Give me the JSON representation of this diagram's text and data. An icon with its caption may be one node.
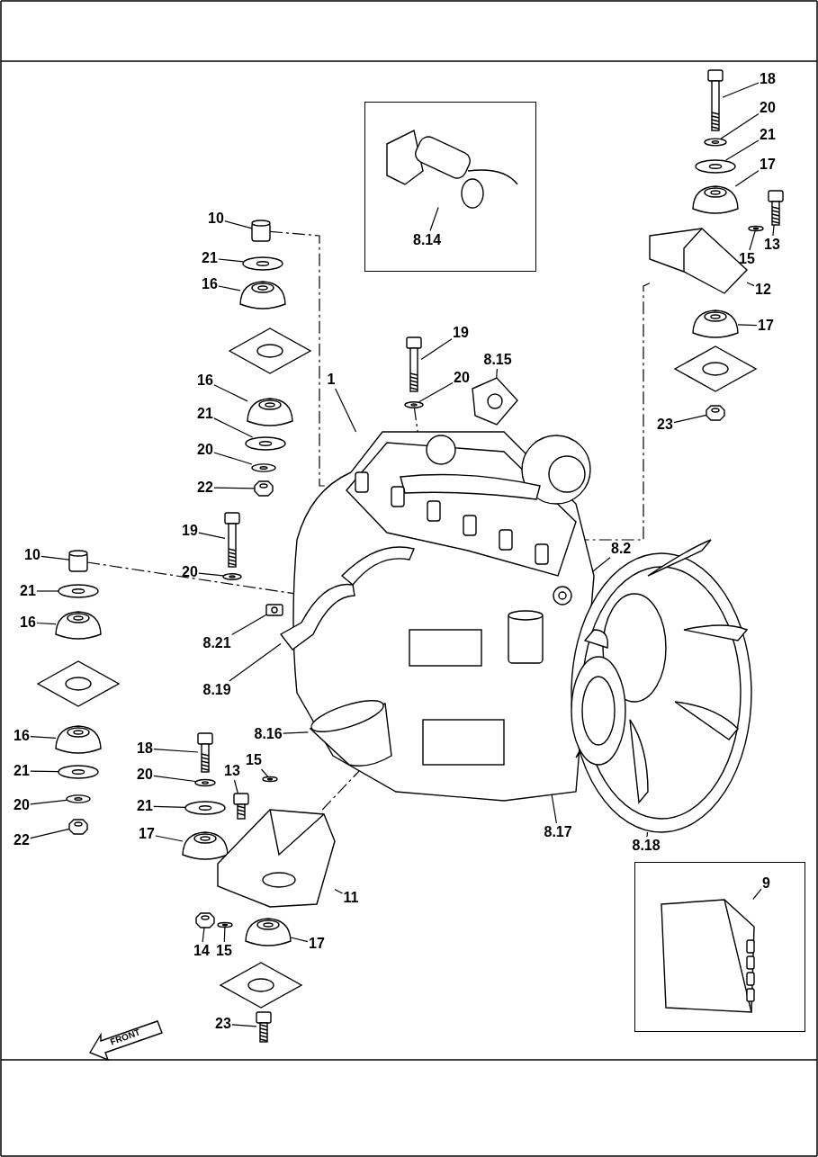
{
  "diagram": {
    "nodes": [
      {
        "text": [],
        "shape": "box"
      },
      {
        "text": [
          "8.14"
        ],
        "in": 0
      },
      {
        "text": [
          "18"
        ]
      },
      {
        "text": [
          "20"
        ]
      },
      {
        "text": [
          "21"
        ]
      },
      {
        "text": [
          "17"
        ]
      },
      {
        "text": [
          "10"
        ]
      },
      {
        "text": [
          "13"
        ]
      },
      {
        "text": [
          "15"
        ]
      },
      {
        "text": [
          "21"
        ]
      },
      {
        "text": [
          "16"
        ]
      },
      {
        "text": [
          "12"
        ]
      },
      {
        "text": [
          "17"
        ]
      },
      {
        "text": [
          "19"
        ]
      },
      {
        "text": [
          "8.15"
        ]
      },
      {
        "text": [
          "1"
        ]
      },
      {
        "text": [
          "20"
        ]
      },
      {
        "text": [
          "16"
        ]
      },
      {
        "text": [
          "21"
        ]
      },
      {
        "text": [
          "23"
        ]
      },
      {
        "text": [
          "20"
        ]
      },
      {
        "text": [
          "22"
        ]
      },
      {
        "text": [
          "19"
        ]
      },
      {
        "text": [
          "8.2"
        ]
      },
      {
        "text": [
          "10"
        ]
      },
      {
        "text": [
          "20"
        ]
      },
      {
        "text": [
          "21"
        ]
      },
      {
        "text": [
          "16"
        ]
      },
      {
        "text": [
          "8.21"
        ]
      },
      {
        "text": [
          "8.19"
        ]
      },
      {
        "text": [
          "8.16"
        ]
      },
      {
        "text": [
          "16"
        ]
      },
      {
        "text": [
          "18"
        ]
      },
      {
        "text": [
          "15"
        ]
      },
      {
        "text": [
          "13"
        ]
      },
      {
        "text": [
          "21"
        ]
      },
      {
        "text": [
          "20"
        ]
      },
      {
        "text": [
          "20"
        ]
      },
      {
        "text": [
          "21"
        ]
      },
      {
        "text": [
          "8.17"
        ]
      },
      {
        "text": [
          "17"
        ]
      },
      {
        "text": [
          "22"
        ]
      },
      {
        "text": [
          "8.18"
        ]
      },
      {
        "text": [],
        "shape": "box"
      },
      {
        "text": [
          "9"
        ],
        "in": 43
      },
      {
        "text": [
          "11"
        ]
      },
      {
        "text": [
          "17"
        ]
      },
      {
        "text": [
          "14"
        ]
      },
      {
        "text": [
          "15"
        ]
      },
      {
        "text": [
          "23"
        ]
      },
      {
        "text": [],
        "shape": "picture",
        "in": 0
      },
      {
        "text": [],
        "shape": "picture"
      },
      {
        "text": [],
        "shape": "picture"
      },
      {
        "text": [],
        "shape": "picture"
      },
      {
        "text": [],
        "shape": "picture"
      },
      {
        "text": [],
        "shape": "cylinder"
      },
      {
        "text": [],
        "shape": "picture"
      },
      {
        "text": [],
        "shape": "picture"
      },
      {
        "text": [],
        "shape": "picture"
      },
      {
        "text": [],
        "shape": "picture"
      },
      {
        "text": [],
        "shape": "picture"
      },
      {
        "text": [],
        "shape": "picture"
      },
      {
        "text": [],
        "shape": "picture"
      },
      {
        "text": [],
        "shape": "picture"
      },
      {
        "text": [],
        "shape": "picture"
      },
      {
        "text": [],
        "shape": "picture"
      },
      {
        "text": [],
        "shape": "picture"
      },
      {
        "text": [],
        "shape": "picture"
      },
      {
        "text": [],
        "shape": "picture"
      },
      {
        "text": [],
        "shape": "picture"
      },
      {
        "text": [],
        "shape": "picture"
      },
      {
        "text": [],
        "shape": "picture"
      },
      {
        "text": [],
        "shape": "picture",
        "in": 64
      },
      {
        "text": [],
        "shape": "cylinder"
      },
      {
        "text": [],
        "shape": "picture"
      },
      {
        "text": [],
        "shape": "picture"
      },
      {
        "text": [],
        "shape": "picture"
      },
      {
        "text": [],
        "shape": "picture"
      },
      {
        "text": [],
        "shape": "picture"
      },
      {
        "text": [],
        "shape": "picture",
        "in": 64
      },
      {
        "text": [],
        "shape": "picture"
      },
      {
        "text": [],
        "shape": "picture"
      },
      {
        "text": [],
        "shape": "picture"
      },
      {
        "text": [],
        "shape": "picture"
      },
      {
        "text": [],
        "shape": "picture"
      },
      {
        "text": [],
        "shape": "picture"
      },
      {
        "text": [],
        "shape": "picture"
      },
      {
        "text": [],
        "shape": "picture"
      },
      {
        "text": [],
        "shape": "cylinder",
        "in": 64
      },
      {
        "text": [],
        "shape": "picture"
      },
      {
        "text": [],
        "shape": "picture"
      },
      {
        "text": [],
        "shape": "picture"
      },
      {
        "text": [],
        "shape": "picture",
        "in": 43
      },
      {
        "text": [],
        "shape": "picture"
      },
      {
        "text": [],
        "shape": "picture"
      },
      {
        "text": [],
        "shape": "picture"
      },
      {
        "text": [],
        "shape": "picture"
      },
      {
        "text": [],
        "shape": "picture"
      }
    ],
    "edges": [
      {
        "from": 1,
        "to": 50,
        "arrow": "none"
      },
      {
        "from": 2,
        "to": 51,
        "arrow": "none"
      },
      {
        "from": 3,
        "to": 52,
        "arrow": "none"
      },
      {
        "from": 4,
        "to": 53,
        "arrow": "none"
      },
      {
        "from": 5,
        "to": 54,
        "arrow": "none"
      },
      {
        "from": 6,
        "to": 55,
        "arrow": "none"
      },
      {
        "from": 7,
        "to": 56,
        "arrow": "none"
      },
      {
        "from": 8,
        "to": 57,
        "arrow": "none"
      },
      {
        "from": 9,
        "to": 58,
        "arrow": "none"
      },
      {
        "from": 10,
        "to": 59,
        "arrow": "none"
      },
      {
        "from": 11,
        "to": 60,
        "arrow": "none"
      },
      {
        "from": 12,
        "to": 61,
        "arrow": "none"
      },
      {
        "from": 13,
        "to": 62,
        "arrow": "none"
      },
      {
        "from": 14,
        "to": 63,
        "arrow": "none"
      },
      {
        "from": 15,
        "to": 64,
        "arrow": "none"
      },
      {
        "from": 16,
        "to": 65,
        "arrow": "none"
      },
      {
        "from": 17,
        "to": 66,
        "arrow": "none"
      },
      {
        "from": 18,
        "to": 67,
        "arrow": "none"
      },
      {
        "from": 19,
        "to": 68,
        "arrow": "none"
      },
      {
        "from": 20,
        "to": 69,
        "arrow": "none"
      },
      {
        "from": 21,
        "to": 70,
        "arrow": "none"
      },
      {
        "from": 22,
        "to": 71,
        "arrow": "none"
      },
      {
        "from": 23,
        "to": 72,
        "arrow": "none"
      },
      {
        "from": 24,
        "to": 73,
        "arrow": "none"
      },
      {
        "from": 25,
        "to": 74,
        "arrow": "none"
      },
      {
        "from": 26,
        "to": 75,
        "arrow": "none"
      },
      {
        "from": 27,
        "to": 76,
        "arrow": "none"
      },
      {
        "from": 28,
        "to": 77,
        "arrow": "none"
      },
      {
        "from": 29,
        "to": 78,
        "arrow": "none"
      },
      {
        "from": 30,
        "to": 79,
        "arrow": "none"
      },
      {
        "from": 31,
        "to": 80,
        "arrow": "none"
      },
      {
        "from": 32,
        "to": 81,
        "arrow": "none"
      },
      {
        "from": 33,
        "to": 82,
        "arrow": "none"
      },
      {
        "from": 34,
        "to": 83,
        "arrow": "none"
      },
      {
        "from": 35,
        "to": 84,
        "arrow": "none"
      },
      {
        "from": 36,
        "to": 85,
        "arrow": "none"
      },
      {
        "from": 37,
        "to": 86,
        "arrow": "none"
      },
      {
        "from": 38,
        "to": 87,
        "arrow": "none"
      },
      {
        "from": 39,
        "to": 88,
        "arrow": "none"
      },
      {
        "from": 40,
        "to": 89,
        "arrow": "none"
      },
      {
        "from": 41,
        "to": 90,
        "arrow": "none"
      },
      {
        "from": 42,
        "to": 91,
        "arrow": "none"
      },
      {
        "from": 44,
        "to": 92,
        "arrow": "none"
      },
      {
        "from": 45,
        "to": 93,
        "arrow": "none"
      },
      {
        "from": 46,
        "to": 94,
        "arrow": "none"
      },
      {
        "from": 47,
        "to": 95,
        "arrow": "none"
      },
      {
        "from": 48,
        "to": 96,
        "arrow": "none"
      },
      {
        "from": 49,
        "to": 97,
        "arrow": "none"
      },
      {
        "from": 55,
        "to": 64,
        "arrow": "none",
        "style": "dashed"
      },
      {
        "from": 73,
        "to": 64,
        "arrow": "none",
        "style": "dashed"
      },
      {
        "from": 60,
        "to": 64,
        "arrow": "none",
        "style": "dashed"
      },
      {
        "from": 93,
        "to": 64,
        "arrow": "none",
        "style": "dashed"
      },
      {
        "from": 65,
        "to": 64,
        "arrow": "none",
        "style": "dashed"
      }
    ],
    "labels": [
      "FRONT"
    ]
  }
}
